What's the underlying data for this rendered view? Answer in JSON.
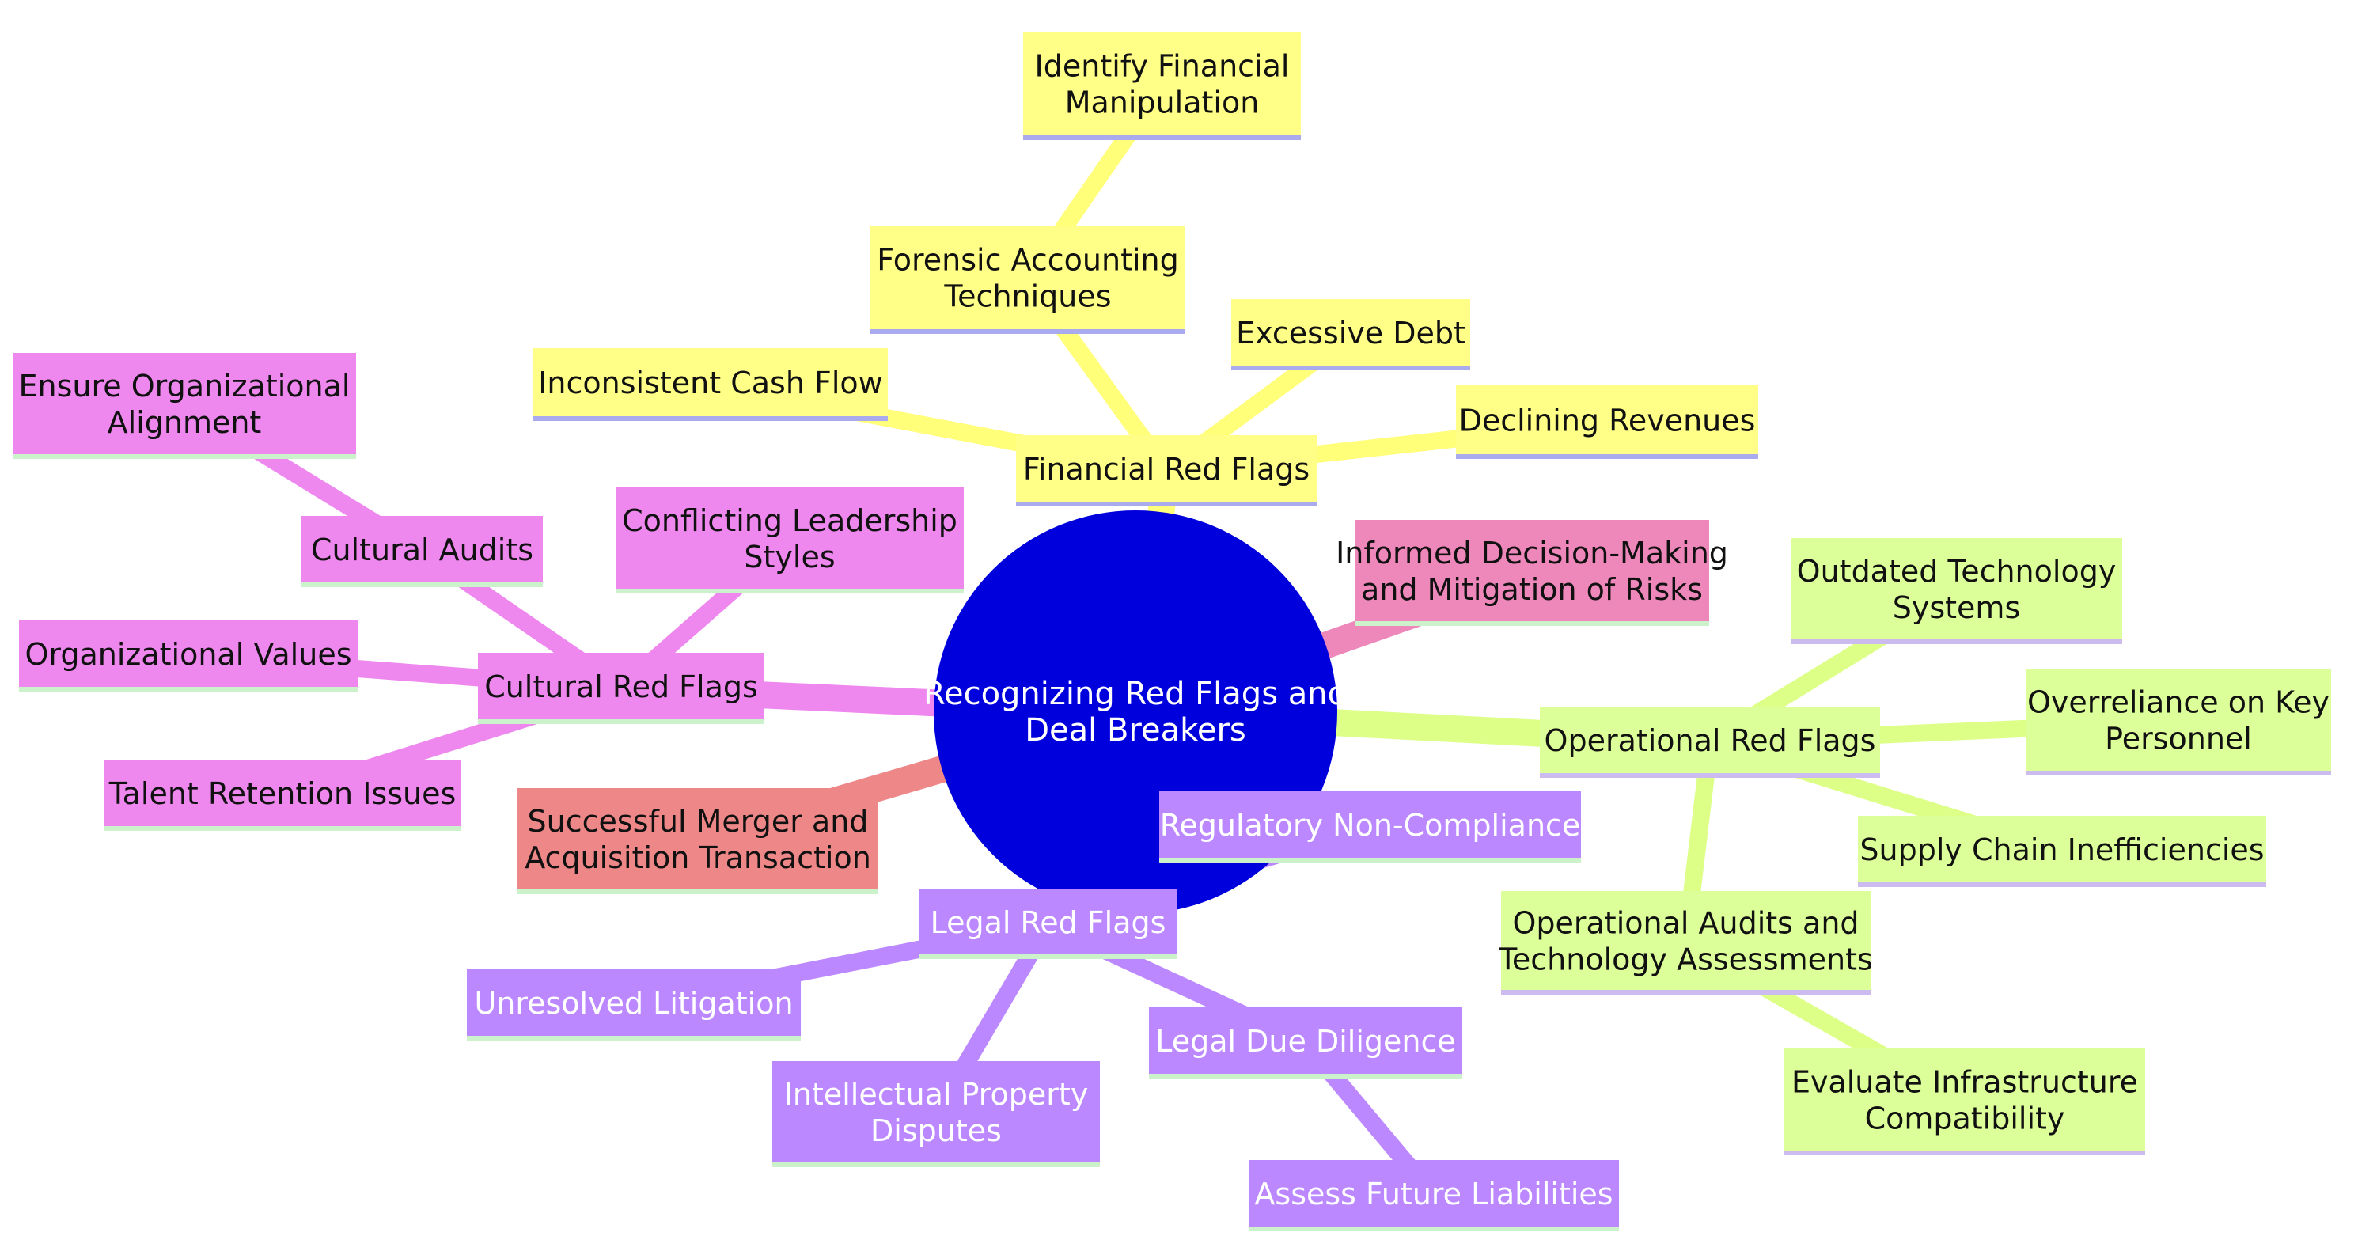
{
  "root": {
    "label": [
      "Recognizing Red Flags and",
      "Deal Breakers"
    ],
    "color": "#0000dd"
  },
  "branches": {
    "financial": {
      "label": [
        "Financial Red Flags"
      ],
      "color": "#ffff88",
      "edge": "#ffff7a",
      "border": "#aaaaee",
      "text": "#111111",
      "children": {
        "forensic": {
          "label": [
            "Forensic Accounting",
            "Techniques"
          ]
        },
        "identify": {
          "label": [
            "Identify Financial",
            "Manipulation"
          ]
        },
        "cashflow": {
          "label": [
            "Inconsistent Cash Flow"
          ]
        },
        "debt": {
          "label": [
            "Excessive Debt"
          ]
        },
        "revenues": {
          "label": [
            "Declining Revenues"
          ]
        }
      }
    },
    "cultural": {
      "label": [
        "Cultural Red Flags"
      ],
      "color": "#ee88ee",
      "edge": "#ee88ee",
      "border": "#ccf2cc",
      "text": "#111111",
      "children": {
        "audits": {
          "label": [
            "Cultural Audits"
          ]
        },
        "alignment": {
          "label": [
            "Ensure Organizational",
            "Alignment"
          ]
        },
        "leadership": {
          "label": [
            "Conflicting Leadership",
            "Styles"
          ]
        },
        "values": {
          "label": [
            "Organizational Values"
          ]
        },
        "talent": {
          "label": [
            "Talent Retention Issues"
          ]
        }
      }
    },
    "operational": {
      "label": [
        "Operational Red Flags"
      ],
      "color": "#ddff99",
      "edge": "#ddff88",
      "border": "#ccbbee",
      "text": "#111111",
      "children": {
        "technology": {
          "label": [
            "Outdated Technology",
            "Systems"
          ]
        },
        "personnel": {
          "label": [
            "Overreliance on Key",
            "Personnel"
          ]
        },
        "supply": {
          "label": [
            "Supply Chain Inefficiencies"
          ]
        },
        "opaudits": {
          "label": [
            "Operational Audits and",
            "Technology Assessments"
          ]
        },
        "infra": {
          "label": [
            "Evaluate Infrastructure",
            "Compatibility"
          ]
        }
      }
    },
    "legal": {
      "label": [
        "Legal Red Flags"
      ],
      "color": "#bb88ff",
      "edge": "#bb88ff",
      "border": "#ccf2cc",
      "text": "#ffffff",
      "children": {
        "regulatory": {
          "label": [
            "Regulatory Non-Compliance"
          ]
        },
        "litigation": {
          "label": [
            "Unresolved Litigation"
          ]
        },
        "ip": {
          "label": [
            "Intellectual Property",
            "Disputes"
          ]
        },
        "diligence": {
          "label": [
            "Legal Due Diligence"
          ]
        },
        "liabilities": {
          "label": [
            "Assess Future Liabilities"
          ]
        }
      }
    },
    "informed": {
      "label": [
        "Informed Decision-Making",
        "and Mitigation of Risks"
      ],
      "color": "#ee88bb",
      "edge": "#ee88bb",
      "border": "#ccf2cc",
      "text": "#111111"
    },
    "successful": {
      "label": [
        "Successful Merger and",
        "Acquisition Transaction"
      ],
      "color": "#ee8888",
      "edge": "#ee8888",
      "border": "#ccf2cc",
      "text": "#111111"
    }
  }
}
